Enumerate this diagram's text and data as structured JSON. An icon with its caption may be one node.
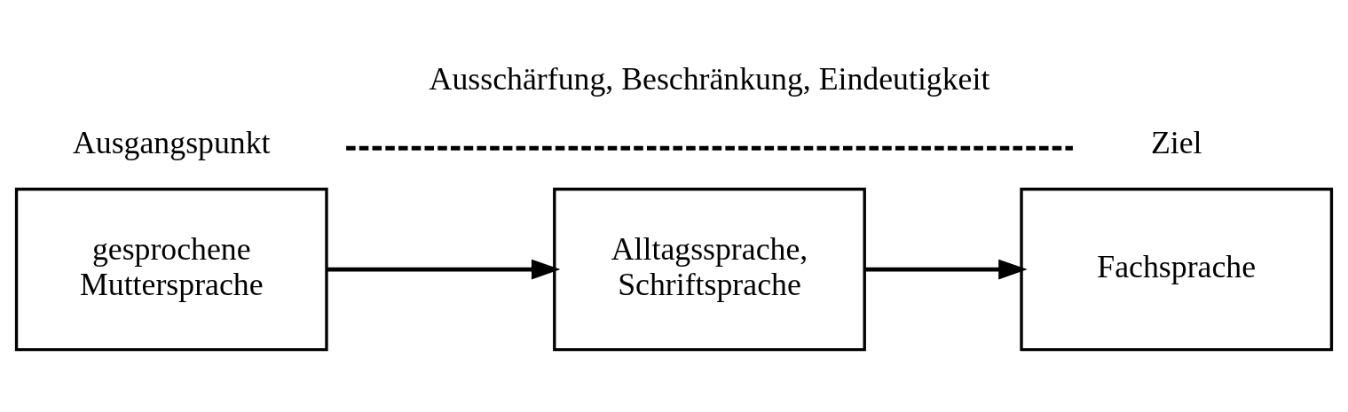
{
  "diagram": {
    "nodes": [
      {
        "text": [
          "gesprochene Muttersprache"
        ],
        "beside": [
          "Ausgangspunkt"
        ]
      },
      {
        "text": [
          "Alltagssprache, Schriftsprache"
        ]
      },
      {
        "text": [
          "Fachsprache"
        ],
        "beside": [
          "Ziel"
        ]
      }
    ],
    "edges": [
      {
        "from": 0,
        "to": 1,
        "arrow": "to"
      },
      {
        "from": 1,
        "to": 2,
        "arrow": "to"
      }
    ],
    "labels": [
      "Ausschärfung, Beschränkung, Eindeutigkeit"
    ]
  }
}
